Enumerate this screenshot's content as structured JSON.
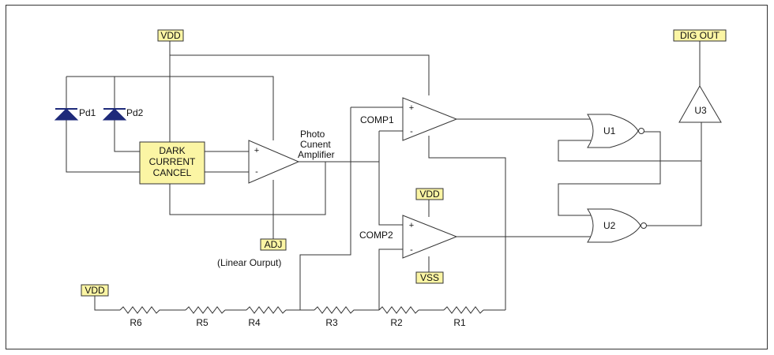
{
  "labels": {
    "vdd_top": "VDD",
    "vdd_comp2": "VDD",
    "vdd_divider": "VDD",
    "vss": "VSS",
    "dig_out": "DIG OUT",
    "adj": "ADJ",
    "linear_output": "(Linear Ourput)",
    "photo_amp_line1": "Photo",
    "photo_amp_line2": "Cunent",
    "photo_amp_line3": "Amplifier"
  },
  "dark_current_cancel": {
    "line1": "DARK",
    "line2": "CURRENT",
    "line3": "CANCEL"
  },
  "components": {
    "pd1": "Pd1",
    "pd2": "Pd2",
    "comp1": "COMP1",
    "comp2": "COMP2",
    "u1": "U1",
    "u2": "U2",
    "u3": "U3"
  },
  "resistors": [
    "R6",
    "R5",
    "R4",
    "R3",
    "R2",
    "R1"
  ],
  "opamp_signs": {
    "plus": "+",
    "minus": "-"
  },
  "colors": {
    "label_fill": "#fbf5a4",
    "diode": "#1e2a7a",
    "wire": "#333333"
  }
}
